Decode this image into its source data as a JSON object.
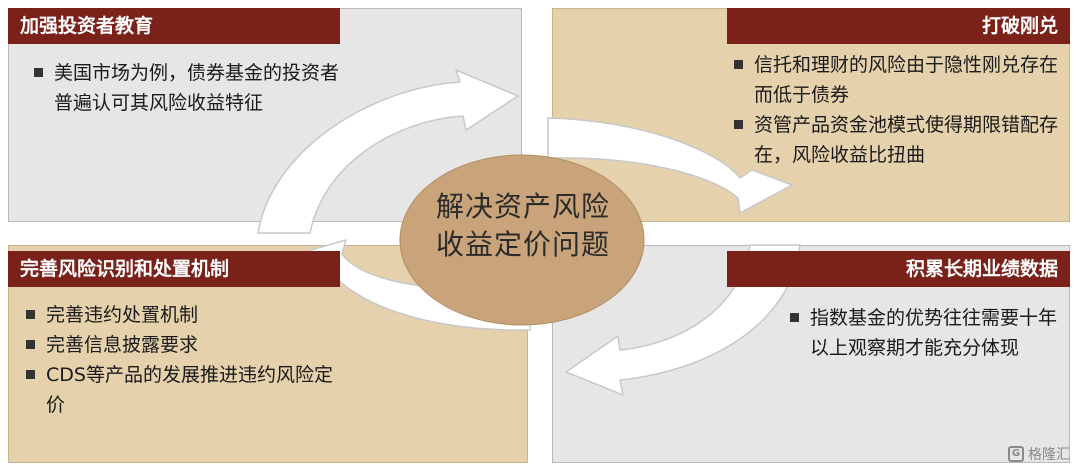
{
  "panels": {
    "top_left": {
      "title": "加强投资者教育",
      "bullets": [
        "美国市场为例，债券基金的投资者普遍认可其风险收益特征"
      ]
    },
    "top_right": {
      "title": "打破刚兑",
      "bullets": [
        "信托和理财的风险由于隐性刚兑存在而低于债券",
        "资管产品资金池模式使得期限错配存在，风险收益比扭曲"
      ]
    },
    "bottom_left": {
      "title": "完善风险识别和处置机制",
      "bullets": [
        "完善违约处置机制",
        "完善信息披露要求",
        "CDS等产品的发展推进违约风险定价"
      ]
    },
    "bottom_right": {
      "title": "积累长期业绩数据",
      "bullets": [
        "指数基金的优势往往需要十年以上观察期才能充分体现"
      ]
    }
  },
  "center": {
    "line1": "解决资产风险",
    "line2": "收益定价问题"
  },
  "watermark": {
    "text": "格隆汇",
    "icon": "glh-logo-icon"
  },
  "colors": {
    "title_bar": "#7a2119",
    "gray_panel": "#e6e6e6",
    "tan_panel": "#e5d2ad",
    "center_ellipse": "#c9a47a"
  }
}
